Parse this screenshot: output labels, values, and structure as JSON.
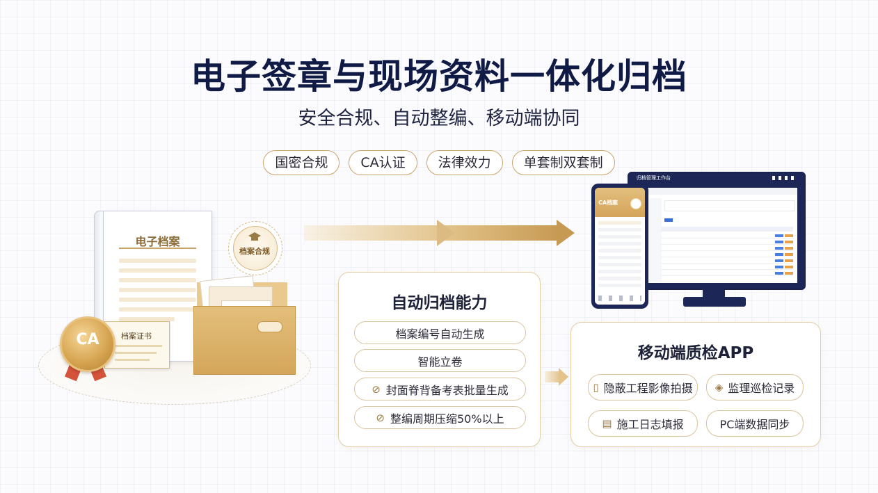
{
  "title": "电子签章与现场资料一体化归档",
  "subtitle": "安全合规、自动整编、移动端协同",
  "tags": [
    "国密合规",
    "CA认证",
    "法律效力",
    "单套制双套制"
  ],
  "illustration": {
    "document_title": "电子档案",
    "seal_text": "档案合规",
    "certificate_title": "档案证书",
    "medal_text": "CA"
  },
  "auto_archive": {
    "title": "自动归档能力",
    "items": [
      {
        "label": "档案编号自动生成",
        "icon": ""
      },
      {
        "label": "智能立卷",
        "icon": ""
      },
      {
        "label": "封面脊背备考表批量生成",
        "icon": "check-circle-icon"
      },
      {
        "label": "整编周期压缩50%以上",
        "icon": "check-circle-icon"
      }
    ]
  },
  "mobile_app": {
    "title": "移动端质检APP",
    "items": [
      {
        "label": "隐蔽工程影像拍摄",
        "icon": "camera-icon"
      },
      {
        "label": "监理巡检记录",
        "icon": "location-pin-icon"
      },
      {
        "label": "施工日志填报",
        "icon": "clipboard-icon"
      },
      {
        "label": "PC端数据同步",
        "icon": ""
      }
    ]
  },
  "devices": {
    "monitor_header": "归档管理工作台",
    "phone_header": "CA档案"
  },
  "colors": {
    "gold": "#c9a468",
    "navy": "#0f1a45",
    "device": "#1c2758"
  }
}
